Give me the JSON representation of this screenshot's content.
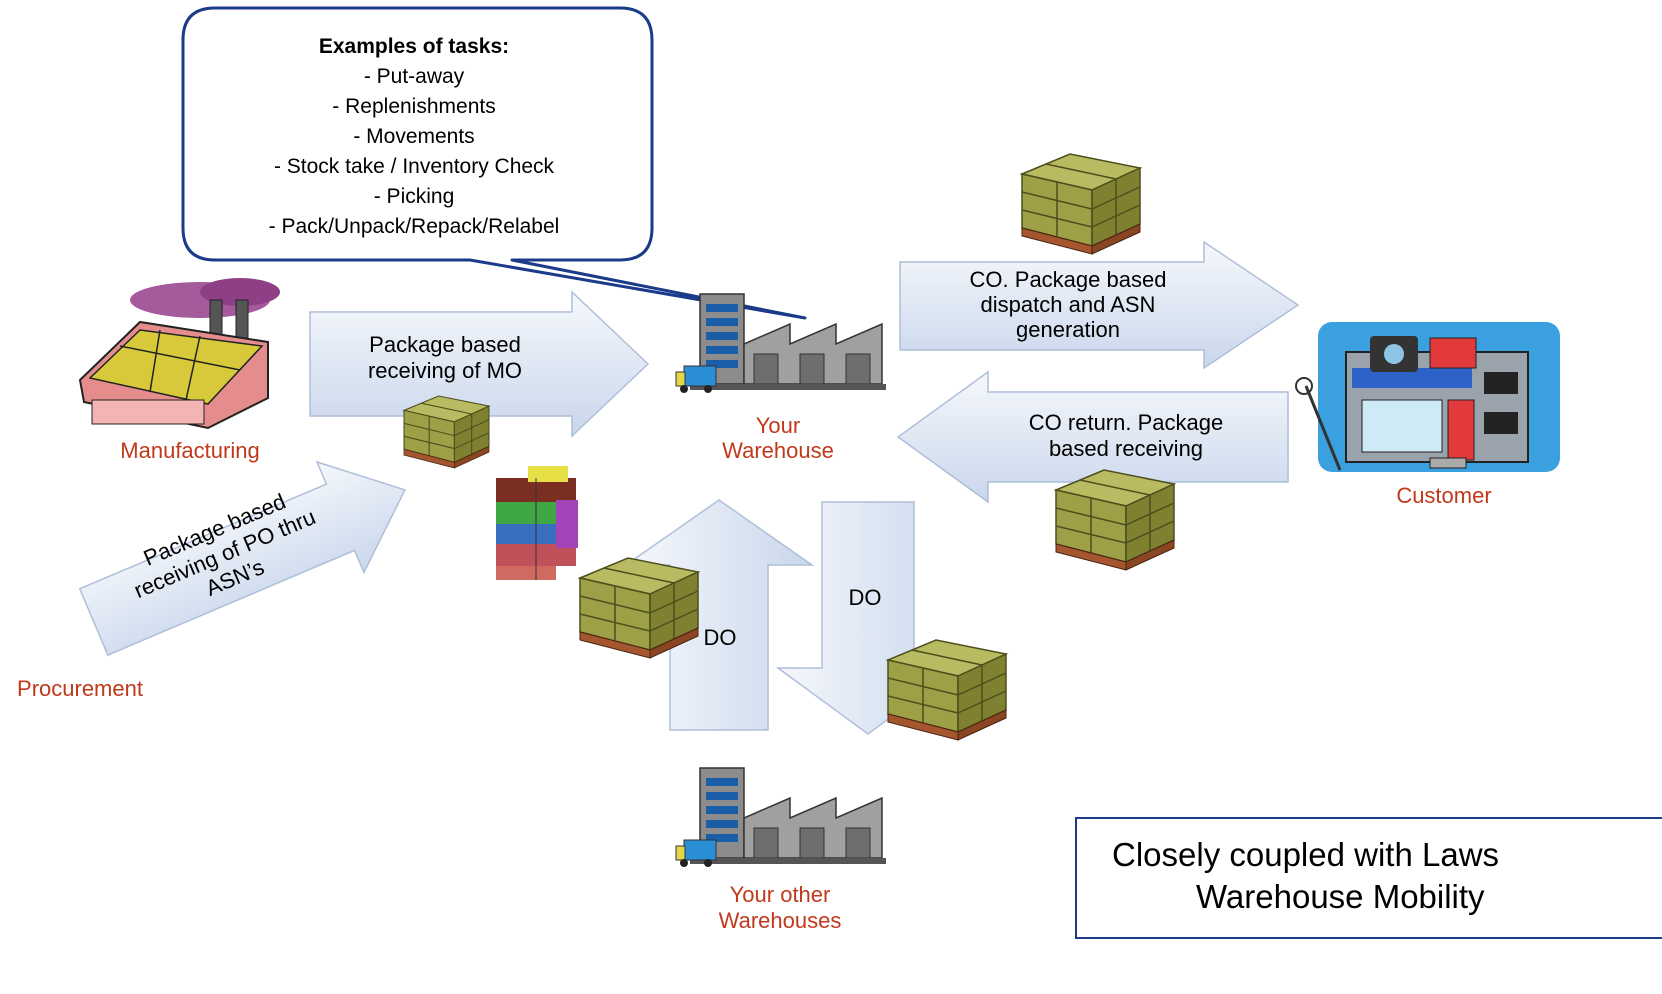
{
  "callout": {
    "title": "Examples of  tasks:",
    "items": [
      "- Put-away",
      "- Replenishments",
      "- Movements",
      "- Stock take / Inventory Check",
      "- Picking",
      "- Pack/Unpack/Repack/Relabel"
    ]
  },
  "nodes": {
    "manufacturing": "Manufacturing",
    "procurement": "Procurement",
    "warehouse_line1": "Your",
    "warehouse_line2": "Warehouse",
    "customer": "Customer",
    "other_line1": "Your other",
    "other_line2": "Warehouses"
  },
  "arrows": {
    "mo_line1": "Package based",
    "mo_line2": "receiving of MO",
    "po_line1": "Package based",
    "po_line2": "receiving of PO thru",
    "po_line3": "ASN’s",
    "co_line1": "CO. Package based",
    "co_line2": "dispatch and ASN",
    "co_line3": "generation",
    "ret_line1": "CO return. Package",
    "ret_line2": "based receiving",
    "do_up": "DO",
    "do_down": "DO"
  },
  "footer": {
    "line1": "Closely coupled with Laws",
    "line2": "Warehouse Mobility"
  },
  "colors": {
    "arrow_fill_light": "#f4f7fc",
    "arrow_fill_dark": "#c9d7ec",
    "arrow_stroke": "#aebfd9",
    "callout_border": "#1a3a8a",
    "node_label": "#c0391b",
    "box": "#8d8f3a"
  }
}
